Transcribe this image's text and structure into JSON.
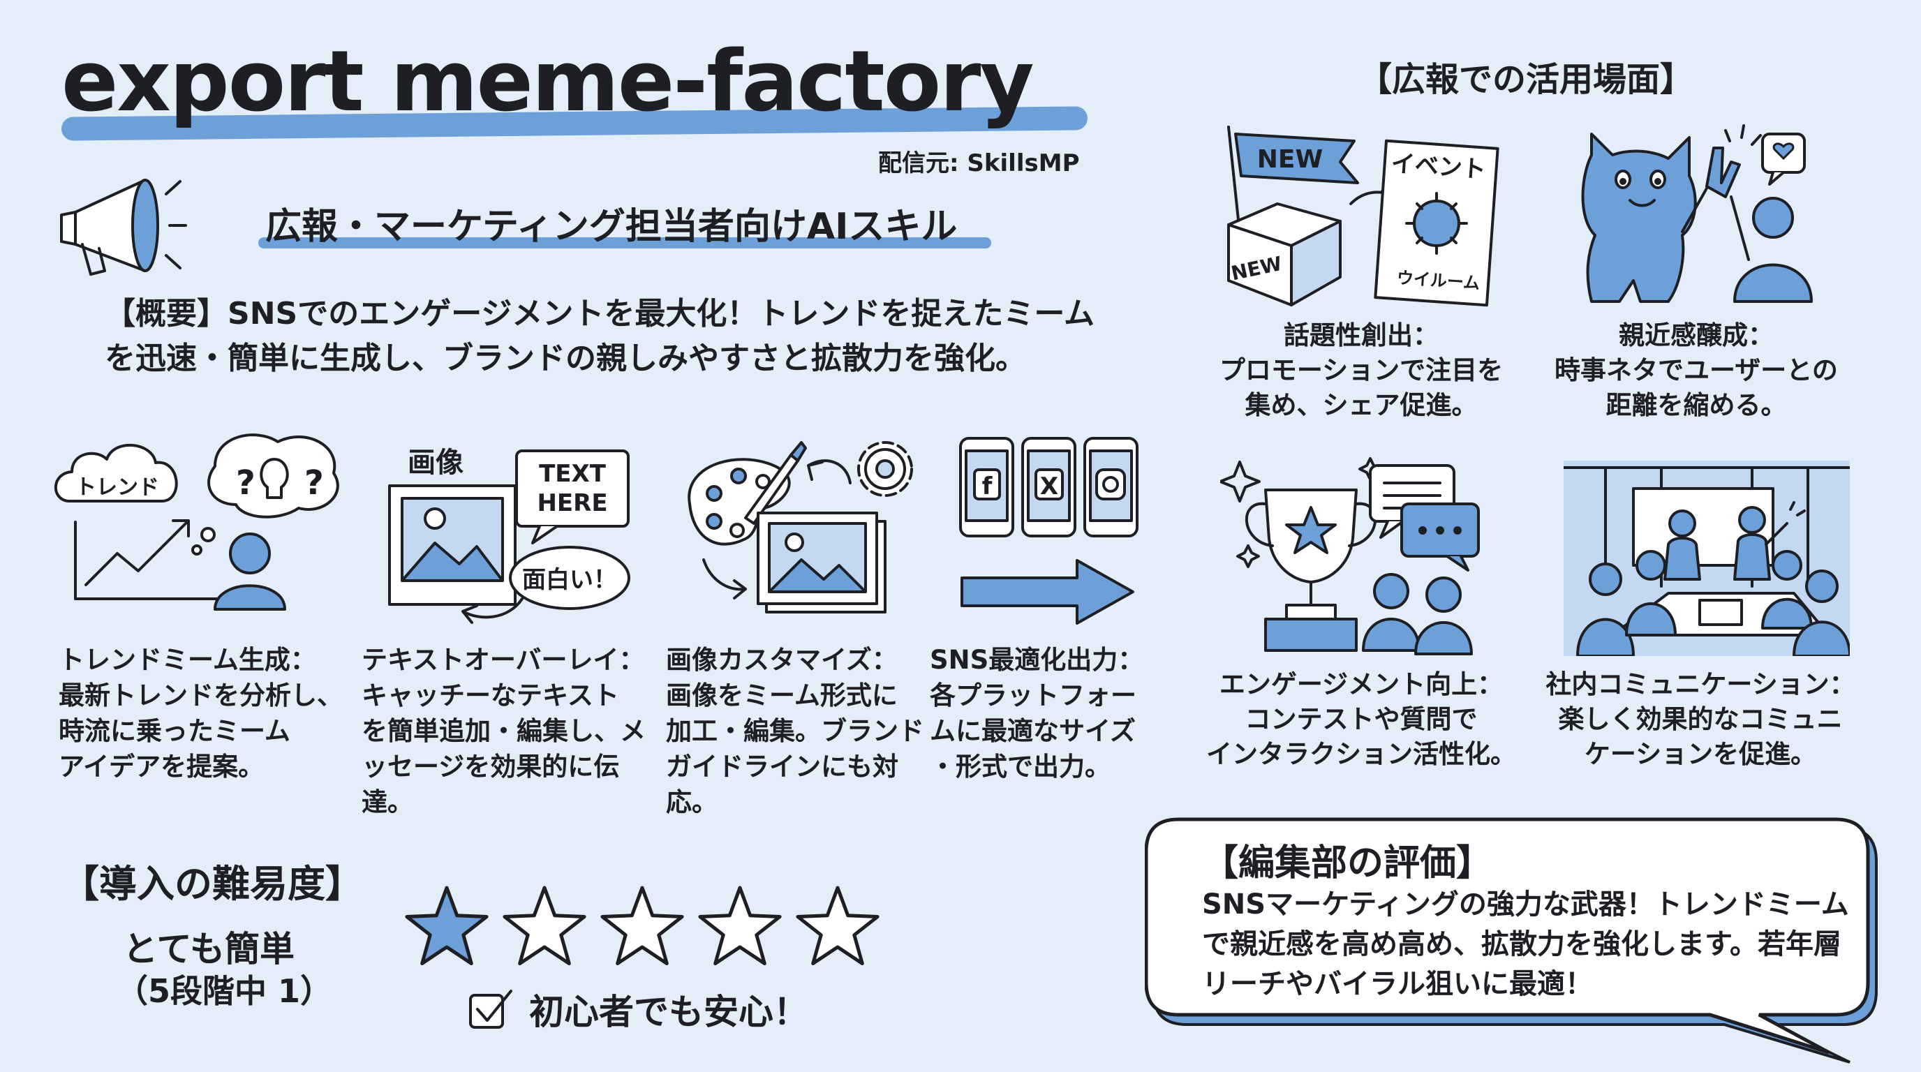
{
  "header": {
    "title": "export meme-factory",
    "source": "配信元: SkillsMP",
    "subtitle": "広報・マーケティング担当者向けAIスキル"
  },
  "summary": "【概要】SNSでのエンゲージメントを最大化！トレンドを捉えたミームを迅速・簡単に生成し、ブランドの親しみやすさと拡散力を強化。",
  "features": [
    {
      "icon": "trend-idea-icon",
      "label": "トレンド",
      "desc": "トレンドミーム生成：\n最新トレンドを分析し、\n時流に乗ったミーム\nアイデアを提案。"
    },
    {
      "icon": "text-overlay-icon",
      "label": "画像",
      "bubble": "TEXT HERE",
      "bubble2": "面白い！",
      "desc": "テキストオーバーレイ：\nキャッチーなテキスト\nを簡単追加・編集し、メ\nッセージを効果的に伝達。"
    },
    {
      "icon": "image-customize-icon",
      "desc": "画像カスタマイズ：\n画像をミーム形式に\n加工・編集。ブランド\nガイドラインにも対応。"
    },
    {
      "icon": "sns-export-icon",
      "desc": "SNS最適化出力：\n各プラットフォー\nムに最適なサイズ\n・形式で出力。"
    }
  ],
  "use_cases": {
    "heading": "【広報での活用場面】",
    "items": [
      {
        "icon": "new-event-icon",
        "tag_new": "NEW",
        "tag_event": "イベント",
        "tag_virus": "ウイルーム",
        "desc": "話題性創出：\nプロモーションで注目を\n集め、シェア促進。"
      },
      {
        "icon": "mascot-highfive-icon",
        "desc": "親近感醸成：\n時事ネタでユーザーとの\n距離を縮める。"
      },
      {
        "icon": "trophy-chat-icon",
        "desc": "エンゲージメント向上：\nコンテストや質問で\nインタラクション活性化。"
      },
      {
        "icon": "team-meeting-icon",
        "desc": "社内コミュニケーション：\n楽しく効果的なコミュニ\nケーションを促進。"
      }
    ]
  },
  "difficulty": {
    "heading": "【導入の難易度】",
    "level": "とても簡単",
    "scale": "（5段階中 1）",
    "rating": 1,
    "max": 5,
    "note": "初心者でも安心！"
  },
  "review": {
    "heading": "【編集部の評価】",
    "text": "SNSマーケティングの強力な武器！トレンドミームで親近感を高め高め、拡散力を強化します。若年層リーチやバイラル狙いに最適！"
  },
  "colors": {
    "accent": "#6d9fd8",
    "background": "#e4eef9",
    "ink": "#1d1f24"
  }
}
